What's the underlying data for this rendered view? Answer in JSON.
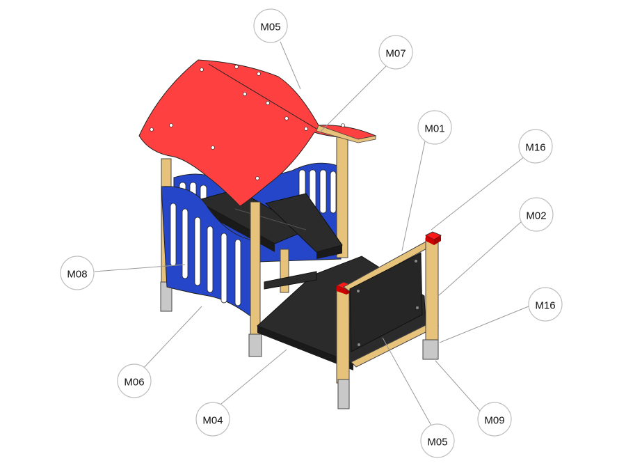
{
  "diagram": {
    "callouts": [
      {
        "id": "c1",
        "label": "M05"
      },
      {
        "id": "c2",
        "label": "M07"
      },
      {
        "id": "c3",
        "label": "M01"
      },
      {
        "id": "c4",
        "label": "M16"
      },
      {
        "id": "c5",
        "label": "M02"
      },
      {
        "id": "c6",
        "label": "M08"
      },
      {
        "id": "c7",
        "label": "M16"
      },
      {
        "id": "c8",
        "label": "M06"
      },
      {
        "id": "c9",
        "label": "M04"
      },
      {
        "id": "c10",
        "label": "M09"
      },
      {
        "id": "c11",
        "label": "M05"
      }
    ],
    "colors": {
      "roof": "#ff4040",
      "panel_blue": "#2546c8",
      "deck": "#2b2b2b",
      "wood": "#e7c27a",
      "cap": "#ff1a1a",
      "metal": "#c8c8c8",
      "callout_stroke": "#bdbdbd"
    }
  }
}
